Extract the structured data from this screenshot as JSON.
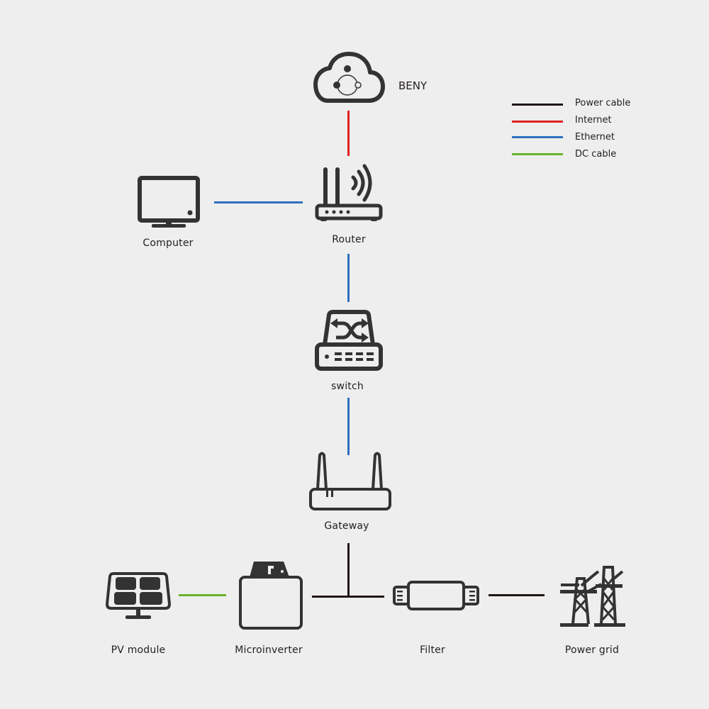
{
  "colors": {
    "background": "#eeeeee",
    "icon": "#333333",
    "power_cable": "#1e1714",
    "internet": "#e02020",
    "ethernet": "#2f6fbf",
    "dc_cable": "#6ab42e"
  },
  "legend": [
    {
      "label": "Power cable",
      "color_key": "power_cable"
    },
    {
      "label": "Internet",
      "color_key": "internet"
    },
    {
      "label": "Ethernet",
      "color_key": "ethernet"
    },
    {
      "label": "DC cable",
      "color_key": "dc_cable"
    }
  ],
  "nodes": {
    "cloud": {
      "label": "BENY",
      "icon": "cloud-icon"
    },
    "computer": {
      "label": "Computer",
      "icon": "monitor-icon"
    },
    "router": {
      "label": "Router",
      "icon": "router-icon"
    },
    "switch": {
      "label": "switch",
      "icon": "switch-icon"
    },
    "gateway": {
      "label": "Gateway",
      "icon": "gateway-icon"
    },
    "pv_module": {
      "label": "PV module",
      "icon": "solar-panel-icon"
    },
    "microinverter": {
      "label": "Microinverter",
      "icon": "microinverter-icon"
    },
    "filter": {
      "label": "Filter",
      "icon": "filter-icon"
    },
    "power_grid": {
      "label": "Power grid",
      "icon": "power-tower-icon"
    }
  },
  "connections": [
    {
      "from": "cloud",
      "to": "router",
      "type": "internet"
    },
    {
      "from": "computer",
      "to": "router",
      "type": "ethernet"
    },
    {
      "from": "router",
      "to": "switch",
      "type": "ethernet"
    },
    {
      "from": "switch",
      "to": "gateway",
      "type": "ethernet"
    },
    {
      "from": "gateway",
      "to": "bus",
      "type": "power_cable"
    },
    {
      "from": "pv_module",
      "to": "microinverter",
      "type": "dc_cable"
    },
    {
      "from": "microinverter",
      "to": "filter",
      "type": "power_cable"
    },
    {
      "from": "filter",
      "to": "power_grid",
      "type": "power_cable"
    }
  ]
}
